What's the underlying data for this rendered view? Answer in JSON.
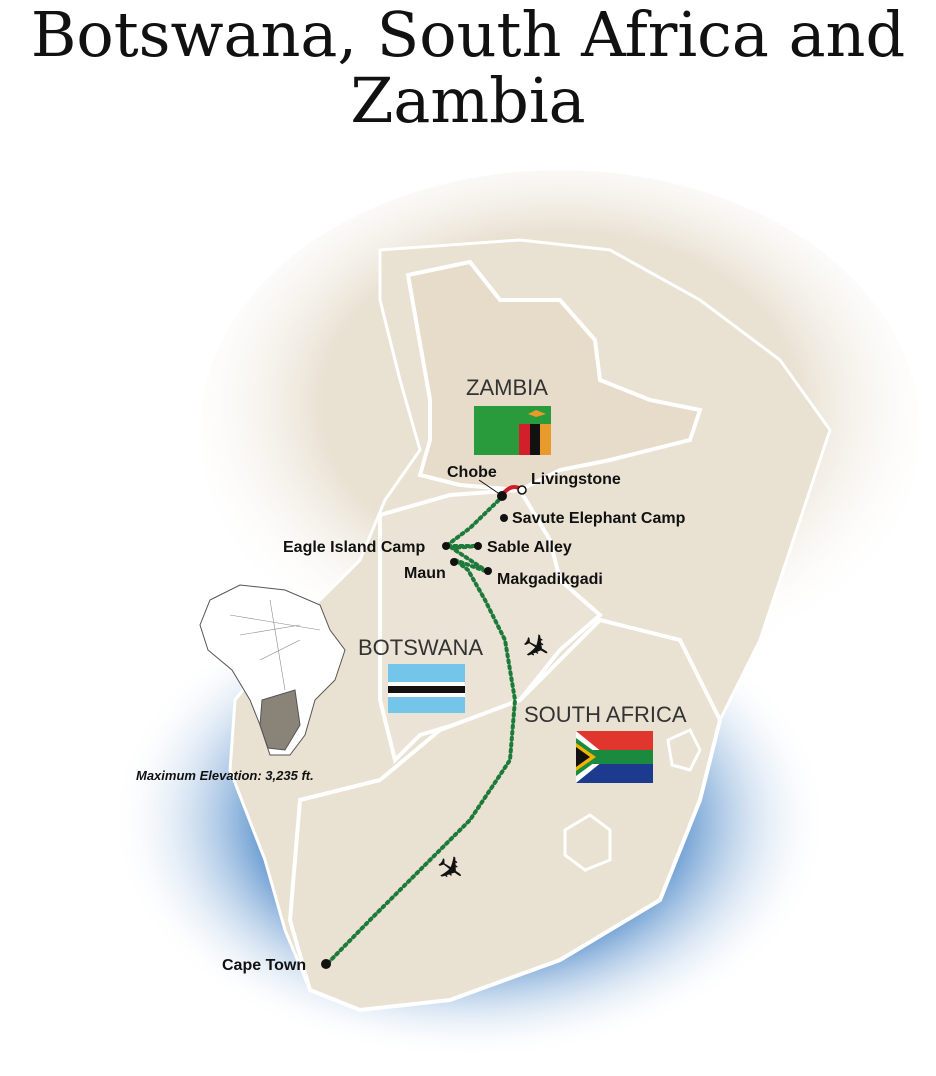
{
  "title": {
    "line1": "Botswana, South Africa and",
    "line2": "Zambia"
  },
  "countries": {
    "zambia": "ZAMBIA",
    "botswana": "BOTSWANA",
    "south_africa": "SOUTH AFRICA"
  },
  "cities": {
    "chobe": "Chobe",
    "livingstone": "Livingstone",
    "savute": "Savute Elephant Camp",
    "eagle_island": "Eagle Island Camp",
    "sable_alley": "Sable Alley",
    "maun": "Maun",
    "makgadikgadi": "Makgadikgadi",
    "cape_town": "Cape Town"
  },
  "elevation": "Maximum Elevation: 3,235 ft.",
  "colors": {
    "land": "#e9e1d2",
    "border": "#ffffff",
    "ocean": "#6f9fd0",
    "route_ground": "#1e7a3a",
    "route_boat": "#d01c2a",
    "selected_region": "#8a8378"
  },
  "icons": [
    "airplane-icon",
    "airplane-icon",
    "africa-locator-map"
  ]
}
